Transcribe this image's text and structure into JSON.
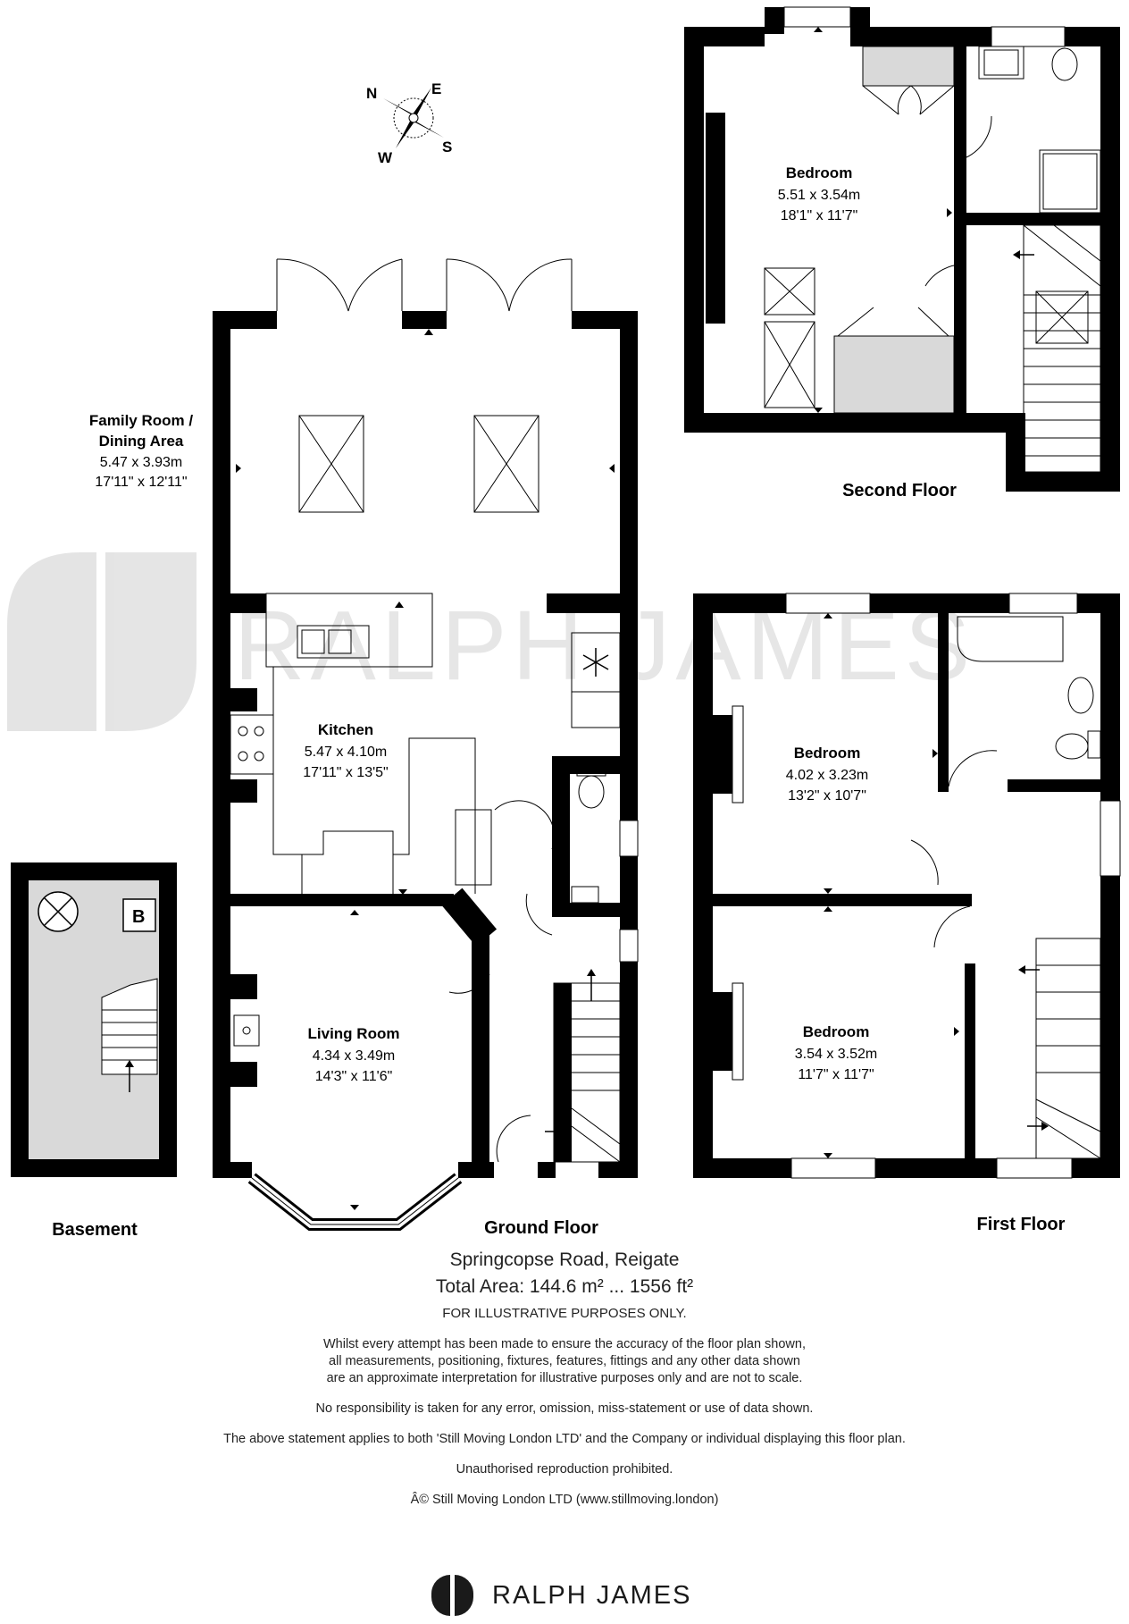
{
  "floors": {
    "basement": "Basement",
    "ground": "Ground Floor",
    "first": "First Floor",
    "second": "Second Floor"
  },
  "compass": {
    "n": "N",
    "e": "E",
    "s": "S",
    "w": "W"
  },
  "basement": {
    "boiler_label": "B"
  },
  "rooms": {
    "family": {
      "name_line1": "Family Room /",
      "name_line2": "Dining Area",
      "metric": "5.47 x 3.93m",
      "imperial": "17'11\" x 12'11\""
    },
    "kitchen": {
      "name": "Kitchen",
      "metric": "5.47 x 4.10m",
      "imperial": "17'11\" x 13'5\""
    },
    "living": {
      "name": "Living Room",
      "metric": "4.34 x 3.49m",
      "imperial": "14'3\" x 11'6\""
    },
    "bed_first_rear": {
      "name": "Bedroom",
      "metric": "4.02 x 3.23m",
      "imperial": "13'2\" x 10'7\""
    },
    "bed_first_front": {
      "name": "Bedroom",
      "metric": "3.54 x 3.52m",
      "imperial": "11'7\" x 11'7\""
    },
    "bed_second": {
      "name": "Bedroom",
      "metric": "5.51 x 3.54m",
      "imperial": "18'1\" x 11'7\""
    }
  },
  "watermark": "RALPH JAMES",
  "footer": {
    "address": "Springcopse Road, Reigate",
    "total_area": "Total Area: 144.6 m² ... 1556 ft²",
    "illustrative": "FOR ILLUSTRATIVE PURPOSES ONLY.",
    "disclaimer_line1": "Whilst every attempt has been made to ensure the accuracy of the floor plan shown,",
    "disclaimer_line2": "all measurements, positioning, fixtures, features, fittings and any other data shown",
    "disclaimer_line3": "are an approximate interpretation for illustrative purposes only and are not to scale.",
    "no_responsibility": "No responsibility is taken for any error, omission, miss-statement or use of data shown.",
    "statement": "The above statement applies to both 'Still Moving London LTD' and the Company or individual displaying this floor plan.",
    "unauthorised": "Unauthorised reproduction prohibited.",
    "copyright": "Â© Still Moving London LTD (www.stillmoving.london)"
  },
  "brand": "RALPH JAMES"
}
